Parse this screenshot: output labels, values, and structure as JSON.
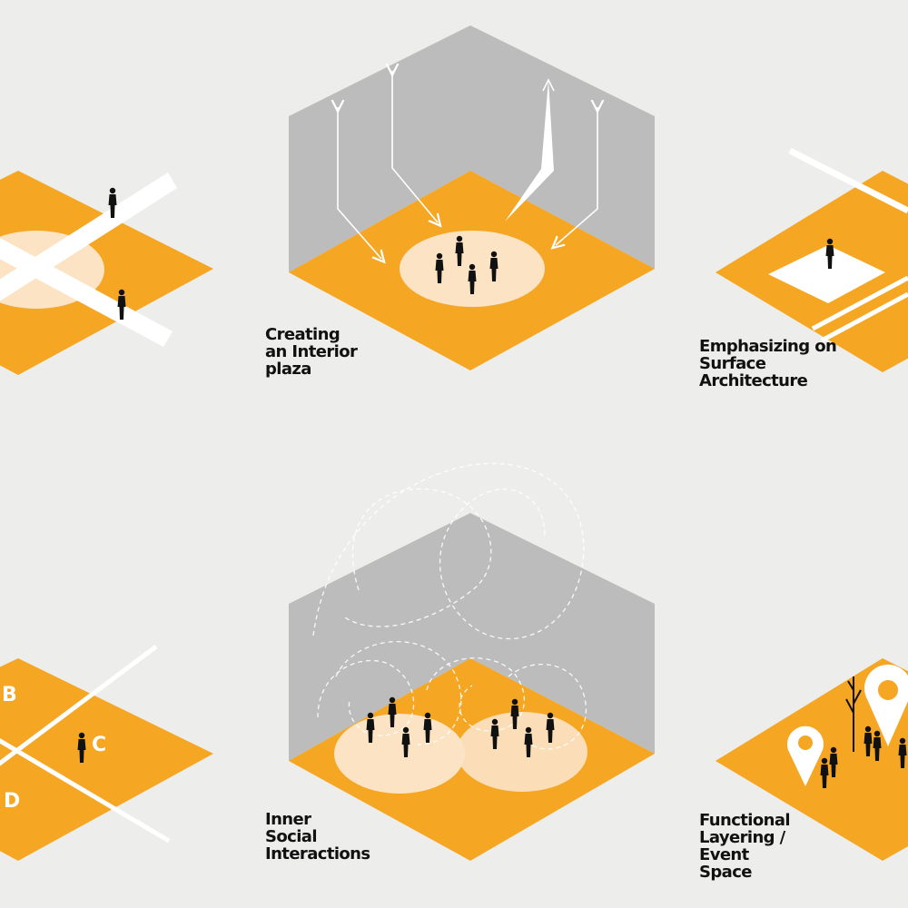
{
  "colors": {
    "background": "#ededeb",
    "orange": "#f5a623",
    "gray": "#bcbcbc",
    "plaza": "#fbe3c4",
    "white": "#ffffff",
    "figure": "#111111"
  },
  "panels": [
    {
      "id": "crossing-paths",
      "caption": []
    },
    {
      "id": "interior-plaza",
      "caption": [
        "Creating",
        "an Interior",
        "plaza"
      ]
    },
    {
      "id": "surface-architecture",
      "caption": [
        "Emphasizing on",
        "Surface",
        "Architecture"
      ]
    },
    {
      "id": "zones",
      "caption": [],
      "zone_labels": [
        "B",
        "C",
        "D"
      ]
    },
    {
      "id": "social-interactions",
      "caption": [
        "Inner",
        "Social",
        "Interactions"
      ]
    },
    {
      "id": "event-space",
      "caption": [
        "Functional",
        "Layering /",
        "Event",
        "Space"
      ]
    }
  ]
}
